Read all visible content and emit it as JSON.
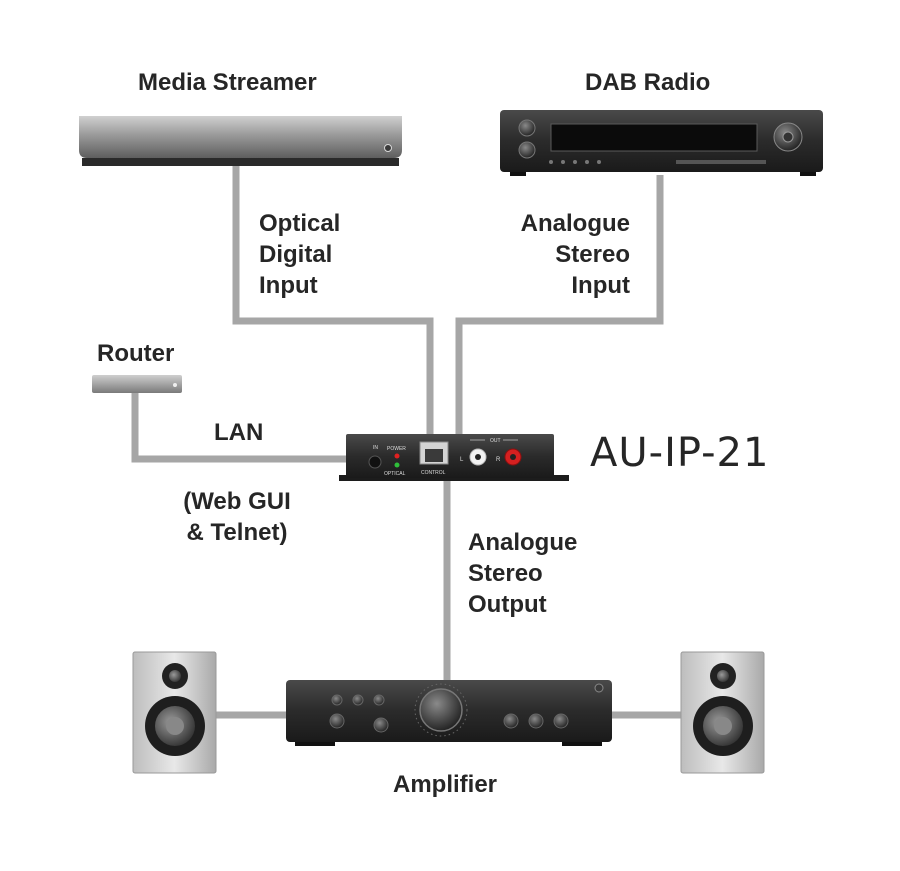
{
  "devices": {
    "media_streamer": "Media Streamer",
    "dab_radio": "DAB Radio",
    "router": "Router",
    "amplifier": "Amplifier",
    "model": "AU-IP-21"
  },
  "connections": {
    "optical": [
      "Optical",
      "Digital",
      "Input"
    ],
    "analogue_in": [
      "Analogue",
      "Stereo",
      "Input"
    ],
    "lan": "LAN",
    "lan_note": [
      "(Web GUI",
      "& Telnet)"
    ],
    "analogue_out": [
      "Analogue",
      "Stereo",
      "Output"
    ]
  },
  "panel": {
    "in": "IN",
    "power": "POWER",
    "optical": "OPTICAL",
    "control": "CONTROL",
    "out": "OUT",
    "left": "L",
    "right": "R"
  },
  "colors": {
    "cable": "#a6a6a6",
    "text": "#262626",
    "device_dark": "#2b2b2b",
    "led_red": "#e02020",
    "led_green": "#2fbf3a"
  }
}
